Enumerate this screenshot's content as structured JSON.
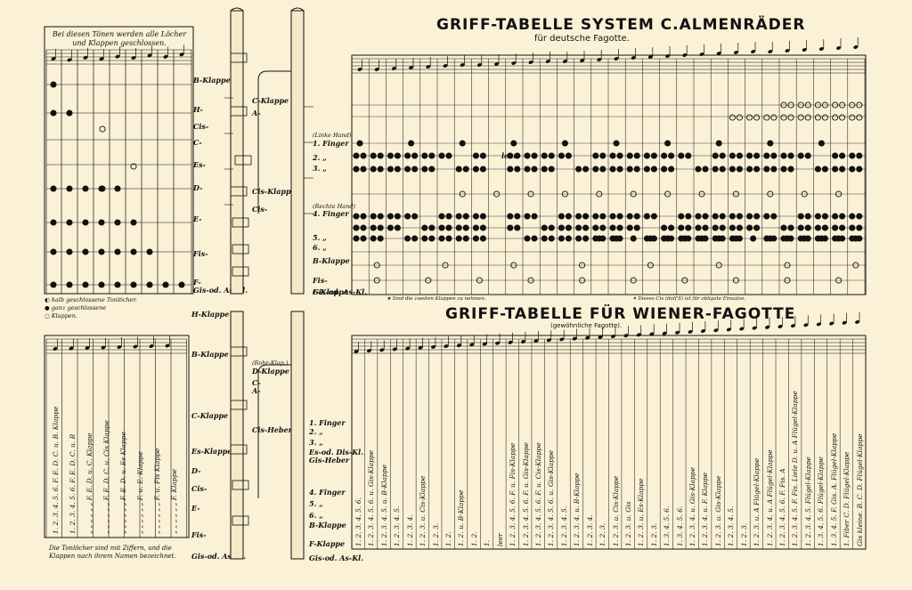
{
  "top_chart": {
    "title": "GRIFF-TABELLE SYSTEM C.ALMENRÄDER",
    "subtitle": "für deutsche Fagotte.",
    "note_top_left": "Bei diesen Tönen werden alle Löcher und Klappen geschlossen.",
    "legend": [
      "halb geschlossene",
      "ganz geschlossene",
      "Klappen."
    ],
    "legend_bracket": "Tonlöcher.",
    "footnote_left": "★ Sind die zweiten Klappen zu nehmen.",
    "footnote_right": "✦ Dieses Cis (dolf'S) ist für obligate Einsatze.",
    "leer_label": "leer",
    "left_labels": [
      "B-Klappe",
      "H-",
      "Cis-",
      "C-",
      "Es-",
      "D-",
      "E-",
      "Fis-",
      "F-",
      "Gis-od. As-Kl."
    ],
    "mid_labels": [
      "C-Klappe",
      "A-",
      "Cis-Klappe",
      "Cis-"
    ],
    "right_labels": [
      "(Linke Hand)",
      "1. Finger",
      "2. „",
      "3. „",
      "(Rechte Hand)",
      "4. Finger",
      "5. „",
      "6. „",
      "B-Klappe",
      "Fis-",
      "F-Klappe",
      "Gis-od. As-Kl."
    ]
  },
  "bottom_chart": {
    "title": "GRIFF-TABELLE FÜR WIENER-FAGOTTE",
    "subtitle": "(gewöhnliche Fagotte).",
    "note_bottom_left": "Die Tonlöcher sind mit Ziffern, und die Klappen nach ihrem Namen bezeichnet.",
    "left_labels": [
      "H-Klappe",
      "B-Klappe",
      "C-Klappe",
      "Es-Klappe",
      "D-",
      "Cis-",
      "E-",
      "Fis-",
      "Gis-od. As-Kl."
    ],
    "mid_labels": [
      "(Rohr-Klap.)",
      "D-Klappe",
      "C-",
      "A-",
      "Cis-Heber"
    ],
    "right_labels": [
      "1. Finger",
      "2. „",
      "3. „",
      "Es-od. Dis-Kl.",
      "Gis-Heber",
      "4. Finger",
      "5. „",
      "6. „",
      "B-Klappe",
      "F-Klappe",
      "Gis-od. As-Kl."
    ],
    "left_columns": [
      "1. 2. 3. 4. 5. 6. F. E. D. C. u. B. Klappe",
      "1. 2. 3. 4. 5. 6. F. E. D. C. u. B",
      "„  „  „  „  „  „  F. E. D. u. C. Klappe",
      "„  „  „  „  „  „  F. E. D. C. u. Cis Klappe",
      "„  „  „  „  „  „  F. E. D. u. Es Klappe",
      "„  „  „  „  „  „  F. u. E. Klappe",
      "„  „  „  „  „  „  F. u. Fis Klappe",
      "„  „  „  „  „  „  F. Klappe"
    ],
    "right_columns": [
      "1. 2. 3. 4. 5. 6.",
      "1. 2. 3. 4. 5. 6. u. Gis-Klappe",
      "1. 2. 3. 4. 5. u. B-Klappe",
      "1. 2. 3. 4. 5.",
      "1. 2. 3. 4.",
      "1. 2. 3. u. Cis-Klappe",
      "1. 2. 3.",
      "1. 2.",
      "1. 2. u. B-Klappe",
      "1. 2.",
      "1.",
      "leer",
      "1. 2. 3. 4. 5. 6. F. u. Fis-Klappe",
      "1. 2. 3. 4. 5. 6. F. u. Gis-Klappe",
      "1. 2. 3. 4. 5. 6. F. u. Cis-Klappe",
      "1. 2. 3. 4. 5. 6. u. Gis-Klappe",
      "1. 2. 3. 4. 5.",
      "1. 2. 3. 4. u. B-Klappe",
      "1. 2. 3. 4.",
      "1. 2. 3.",
      "1. 2. 3. u. Cis-Klappe",
      "1. 2. 3. u. Gis",
      "1. 2. 3. u. Es-Klappe",
      "1. 2. 3.",
      "1. 3. 4. 5. 6.",
      "1. 3. 4. 5. 6.",
      "1. 2. 3. 4. u. Gis-Klappe",
      "1. 2. 3. 4. u. F. Klappe",
      "1. 2. 3. u. Gis-Klappe",
      "1. 2. 3. 4. 5.",
      "1. 2. 3.",
      "1. 2. 3. u. A Flügel-Klappe",
      "1. 2. 3. 4. u. A Flügel-Klappe",
      "1. 2. 3. 4. 5. 6. F. Fis. A",
      "1. 2. 3. 4. 5. F. Fis. Liele D. u. A Flügel-Klappe",
      "1. 2. 3. 4. 5. Flügel-Klappe",
      "1. 3. 4. 5. 6. Flügel-Klappe",
      "1. 3. 4. 5. F. Gis. A. Flügel-Klappe",
      "1. Fiber C. D. Flügel-Klappe",
      "Gis kleine. B. C. D. Flügel-Klappe"
    ]
  }
}
